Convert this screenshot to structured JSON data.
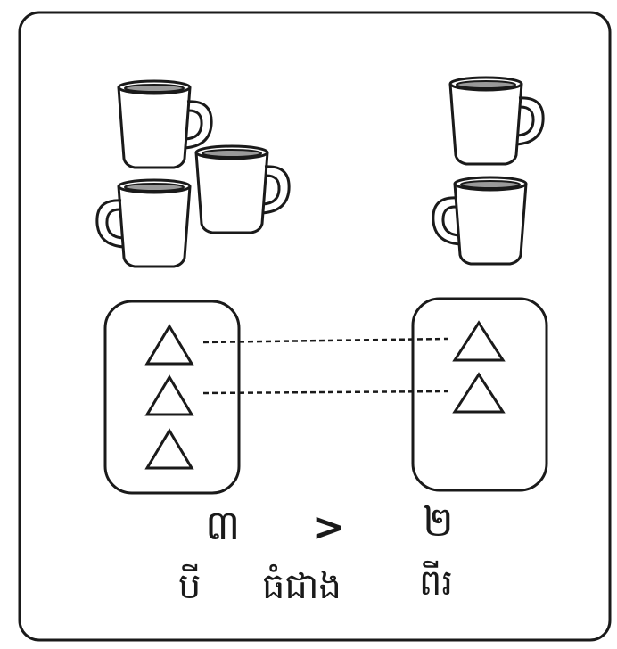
{
  "numbers": {
    "left": "៣",
    "symbol": ">",
    "right": "២"
  },
  "words": {
    "left": "បី",
    "middle": "ធំជាង",
    "right": "ពីរ"
  },
  "groups": {
    "left_count": 3,
    "right_count": 2
  },
  "colors": {
    "ink": "#1a1a1a",
    "background": "#ffffff"
  }
}
